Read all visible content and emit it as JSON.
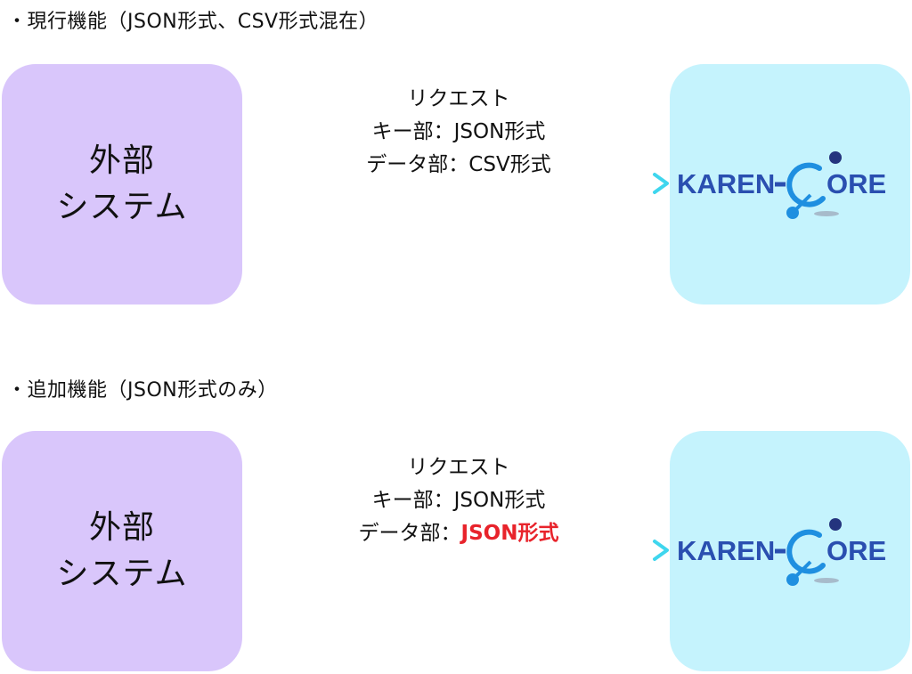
{
  "sections": [
    {
      "heading": "・現行機能（JSON形式、CSV形式混在）",
      "external": {
        "line1": "外部",
        "line2": "システム"
      },
      "request": {
        "line1": "リクエスト",
        "line2": "キー部：JSON形式",
        "line3_prefix": "データ部：",
        "line3_value": "CSV形式"
      },
      "logo": {
        "left": "KAREN",
        "right": "ORE"
      }
    },
    {
      "heading": "・追加機能（JSON形式のみ）",
      "external": {
        "line1": "外部",
        "line2": "システム"
      },
      "request": {
        "line1": "リクエスト",
        "line2": "キー部：JSON形式",
        "line3_prefix": "データ部：",
        "line3_value": "JSON形式"
      },
      "logo": {
        "left": "KAREN",
        "right": "ORE"
      }
    }
  ],
  "colors": {
    "external_box": "#d9c6fb",
    "core_box": "#c5f3fd",
    "arrow_start": "#8a4dfa",
    "arrow_end": "#3fd6ee",
    "highlight": "#e8232b",
    "logo_text": "#2a4fb0",
    "logo_accent": "#1f8fe0"
  }
}
